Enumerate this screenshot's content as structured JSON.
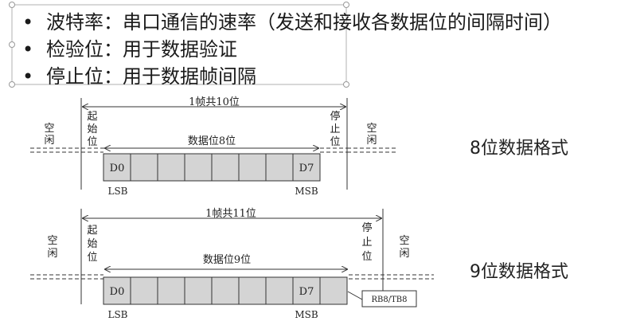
{
  "bullets": [
    "波特率：串口通信的速率（发送和接收各数据位的间隔时间）",
    "检验位：用于数据验证",
    "停止位：用于数据帧间隔"
  ],
  "frame8": {
    "total_label": "1帧共10位",
    "idle_left": [
      "空",
      "闲"
    ],
    "start_bit": [
      "起",
      "始",
      "位"
    ],
    "data_label": "数据位8位",
    "stop_bit": [
      "停",
      "止",
      "位"
    ],
    "idle_right": [
      "空",
      "闲"
    ],
    "first_cell": "D0",
    "last_cell": "D7",
    "lsb": "LSB",
    "msb": "MSB",
    "format_label": "8位数据格式"
  },
  "frame9": {
    "total_label": "1帧共11位",
    "idle_left": [
      "空",
      "闲"
    ],
    "start_bit": [
      "起",
      "始",
      "位"
    ],
    "data_label": "数据位9位",
    "stop_bit": [
      "停",
      "止",
      "位"
    ],
    "idle_right": [
      "空",
      "闲"
    ],
    "first_cell": "D0",
    "last_cell": "D7",
    "lsb": "LSB",
    "msb": "MSB",
    "extra_bit_label": "RB8/TB8",
    "format_label": "9位数据格式"
  },
  "colors": {
    "cell_fill": "#d4d4d4",
    "line": "#333333",
    "selection": "#b0b0b0"
  }
}
